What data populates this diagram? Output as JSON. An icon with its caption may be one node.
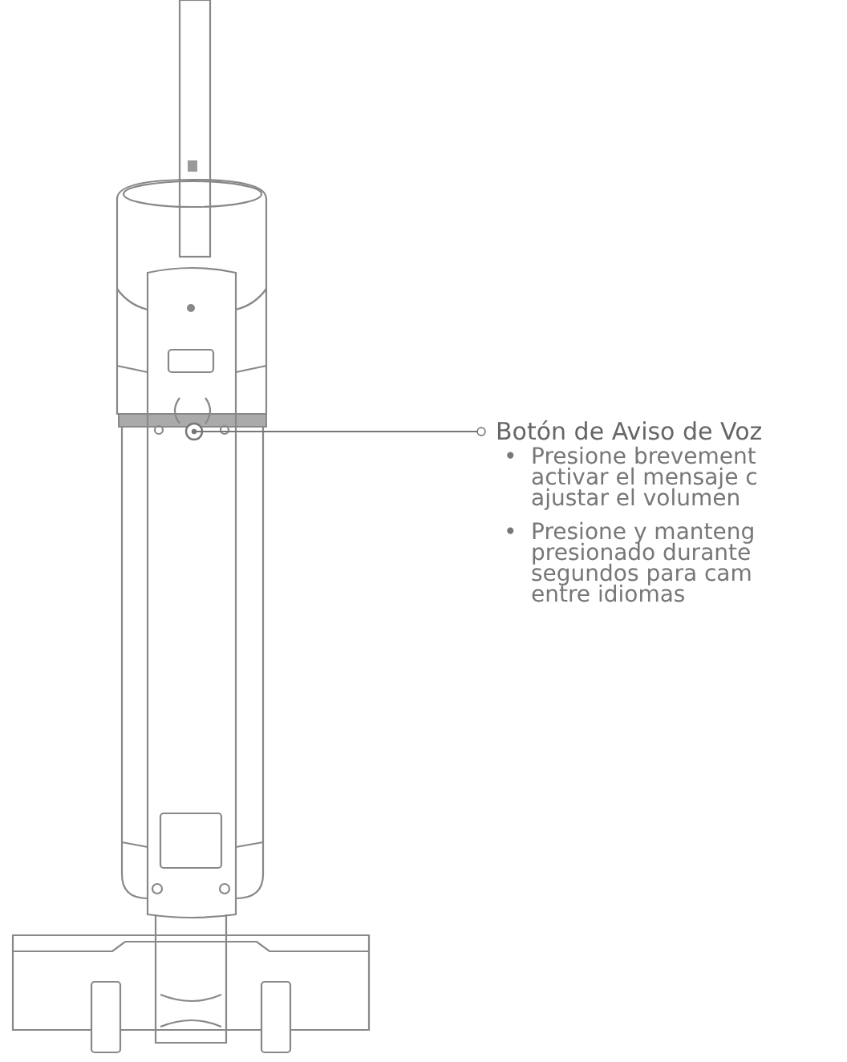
{
  "diagram": {
    "nodes": [
      {
        "text": [
          "Botón de Aviso de Voz"
        ]
      },
      {
        "text": [],
        "shape": "circle"
      }
    ],
    "edges": [
      {
        "from": 0,
        "to": 1,
        "arrow": "other"
      }
    ],
    "labels": [
      "•",
      "Presione brevement activar el mensaje c ajustar el volumen",
      "•",
      "Presione y manteng presionado durante segundos para cam entre idiomas"
    ]
  }
}
